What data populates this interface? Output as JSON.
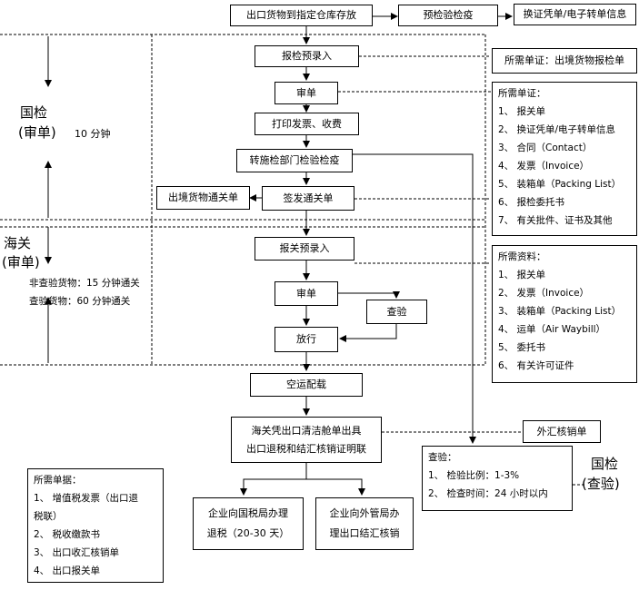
{
  "top_flow": {
    "warehouse": "出口货物到指定仓库存放",
    "preinspection": "预检验检疫",
    "voucher": "换证凭单/电子转单信息"
  },
  "ciq_review": {
    "title": "国检",
    "subtitle": "(审单)",
    "duration": "10 分钟",
    "steps": {
      "pre_entry": "报检预录入",
      "review": "审单",
      "invoice_fee": "打印发票、收费",
      "transfer": "转施检部门检验检疫",
      "issue_form": "签发通关单",
      "clearance_form": "出境货物通关单"
    },
    "doc_required": "所需单证：出境货物报检单",
    "docs": {
      "title": "所需单证：",
      "items": [
        "1、   报关单",
        "2、   换证凭单/电子转单信息",
        "3、   合同（Contact）",
        "4、   发票（Invoice）",
        "5、   装箱单（Packing List）",
        "6、   报检委托书",
        "7、   有关批件、证书及其他"
      ]
    }
  },
  "customs": {
    "title": "海关",
    "subtitle": "(审单)",
    "non_inspect": "非查验货物：15 分钟通关",
    "inspect": "查验货物：60 分钟通关",
    "steps": {
      "pre_entry": "报关预录入",
      "review": "审单",
      "inspection": "查验",
      "release": "放行"
    },
    "materials": {
      "title": "所需资料：",
      "items": [
        "1、   报关单",
        "2、   发票（Invoice）",
        "3、   装箱单（Packing List）",
        "4、   运单（Air Waybill）",
        "5、   委托书",
        "6、   有关许可证件"
      ]
    }
  },
  "air_stowage": "空运配载",
  "customs_cert": {
    "line1": "海关凭出口清洁舱单出具",
    "line2": "出口退税和结汇核销证明联"
  },
  "fx_form": "外汇核销单",
  "ciq_inspection": {
    "title": "国检",
    "subtitle": "(查验)",
    "box_title": "查验：",
    "items": [
      "1、   检验比例：1-3%",
      "2、   检查时间：24 小时以内"
    ]
  },
  "refund": {
    "title": "所需单据：",
    "items": [
      "1、   增值税发票（出口退",
      "       税联）",
      "2、   税收缴款书",
      "3、   出口收汇核销单",
      "4、   出口报关单"
    ],
    "tax_box_line1": "企业向国税局办理",
    "tax_box_line2": "退税（20-30 天）",
    "fx_box_line1": "企业向外管局办",
    "fx_box_line2": "理出口结汇核销"
  }
}
